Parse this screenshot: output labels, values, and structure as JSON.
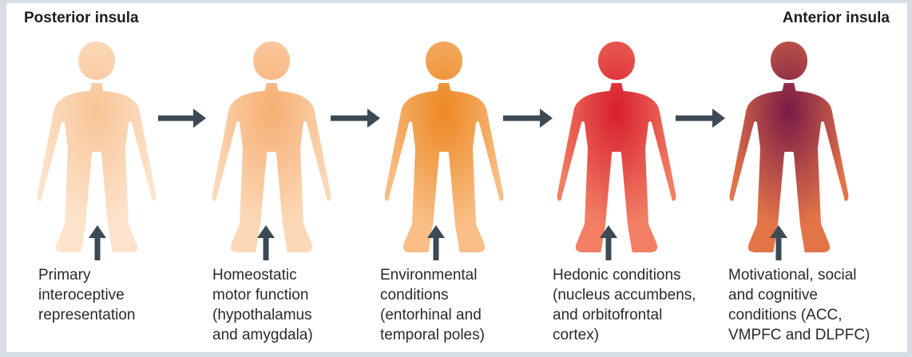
{
  "headers": {
    "left": "Posterior insula",
    "right": "Anterior insula"
  },
  "stages": [
    {
      "lines": [
        "Primary",
        "interoceptive",
        "representation"
      ],
      "color_center": "#f8c596",
      "color_edge": "#fde3cc"
    },
    {
      "lines": [
        "Homeostatic",
        "motor function",
        "(hypothalamus",
        "and amygdala)"
      ],
      "color_center": "#f5ae72",
      "color_edge": "#fcd8b7"
    },
    {
      "lines": [
        "Environmental",
        "conditions",
        "(entorhinal and",
        "temporal poles)"
      ],
      "color_center": "#ec8722",
      "color_edge": "#f8be85"
    },
    {
      "lines": [
        "Hedonic conditions",
        "(nucleus accumbens,",
        "and orbitofrontal",
        "cortex)"
      ],
      "color_center": "#d81e2e",
      "color_edge": "#f27f64"
    },
    {
      "lines": [
        "Motivational, social",
        "and cognitive",
        "conditions (ACC,",
        "VMPFC and DLPFC)"
      ],
      "color_center": "#7a1a47",
      "color_edge": "#e27548"
    }
  ],
  "arrow_color": "#3c4a56"
}
